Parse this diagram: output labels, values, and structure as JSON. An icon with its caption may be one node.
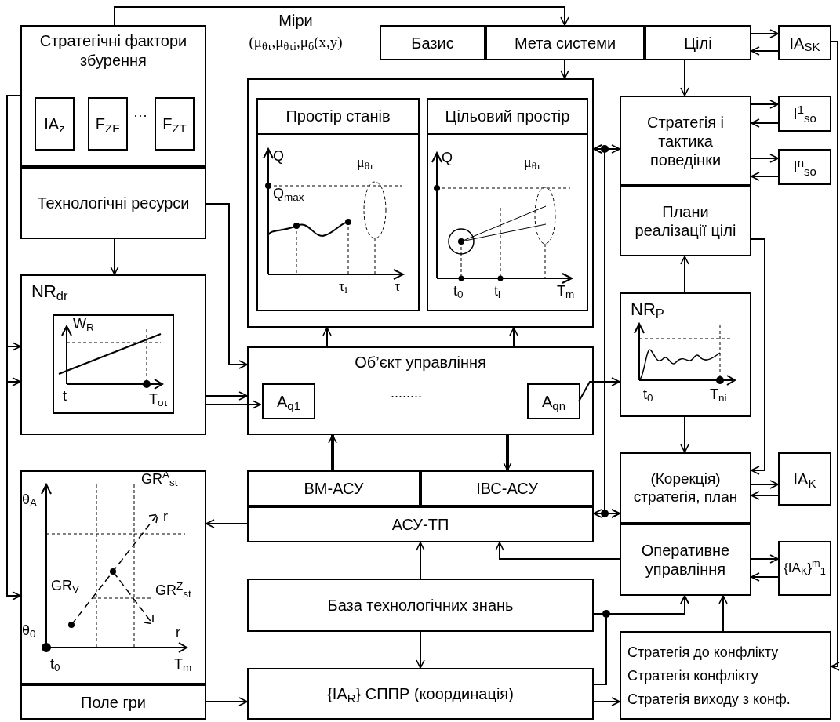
{
  "diagram": {
    "nodes": [
      {
        "text": [
          "Стратегічні фактори збурення"
        ]
      },
      {
        "text": [
          "IA$_{z}$"
        ],
        "in": 0
      },
      {
        "text": [
          "F$_{ZE}$"
        ],
        "in": 0
      },
      {
        "text": [
          "F$_{ZT}$"
        ],
        "in": 0
      },
      {
        "text": [
          "Технологічні ресурси"
        ]
      },
      {
        "text": [
          "Базис"
        ]
      },
      {
        "text": [
          "Мета системи"
        ]
      },
      {
        "text": [
          "Цілі"
        ]
      },
      {
        "text": [
          "IA$_{SK}$"
        ]
      },
      {
        "text": [
          "Міри",
          "(μ$_{θτ}$,μ$_{θτi}$,μ$_{б}$(x,y)"
        ]
      },
      {
        "text": [
          "Простір станів"
        ],
        "in": 9
      },
      {
        "text": [
          "Цільовий простір"
        ],
        "in": 9
      },
      {
        "text": [
          "Стратегія і тактика поведінки"
        ]
      },
      {
        "text": [
          "I$^{1}$$_{so}$"
        ]
      },
      {
        "text": [
          "I$^{n}$$_{so}$"
        ]
      },
      {
        "text": [
          "Плани реалізації цілі"
        ]
      },
      {
        "text": [
          "NR$_{dr}$"
        ]
      },
      {
        "text": [
          "Об’єкт управління"
        ]
      },
      {
        "text": [
          "A$_{q1}$"
        ],
        "in": 17
      },
      {
        "text": [
          "A$_{qn}$"
        ],
        "in": 17
      },
      {
        "text": [
          "NR$_{P}$"
        ]
      },
      {
        "text": [],
        "shape": "box"
      },
      {
        "text": [
          "Поле гри"
        ]
      },
      {
        "text": [
          "ВМ-АСУ"
        ]
      },
      {
        "text": [
          "ІВС-АСУ"
        ]
      },
      {
        "text": [
          "АСУ-ТП"
        ]
      },
      {
        "text": [
          "(Корекція) стратегія, план"
        ]
      },
      {
        "text": [
          "IA$_{K}$"
        ]
      },
      {
        "text": [
          "Оперативне управління"
        ]
      },
      {
        "text": [
          "{IA$_{K}$}$^{m}$$_{1}$"
        ]
      },
      {
        "text": [
          "База технологічних знань"
        ]
      },
      {
        "text": [
          "{IA$_{R}$} СППР (координація)"
        ]
      },
      {
        "text": [
          "Стратегія до конфлікту",
          "Стратегія конфлікту",
          "Стратегія виходу з конф."
        ]
      }
    ],
    "edges": [
      {
        "from": 0,
        "to": 6,
        "arrow": "to"
      },
      {
        "from": 6,
        "to": 9,
        "arrow": "to"
      },
      {
        "from": 7,
        "to": 12,
        "arrow": "to"
      },
      {
        "from": 7,
        "to": 8,
        "arrow": "to"
      },
      {
        "from": 8,
        "to": 7,
        "arrow": "to"
      },
      {
        "from": 12,
        "to": 13,
        "arrow": "to"
      },
      {
        "from": 13,
        "to": 12,
        "arrow": "to"
      },
      {
        "from": 12,
        "to": 14,
        "arrow": "to"
      },
      {
        "from": 14,
        "to": 12,
        "arrow": "to"
      },
      {
        "from": 9,
        "to": 12,
        "arrow": "both"
      },
      {
        "from": 9,
        "to": 26,
        "arrow": "both"
      },
      {
        "from": 25,
        "to": 26,
        "arrow": "both"
      },
      {
        "from": 15,
        "to": 26,
        "arrow": "to"
      },
      {
        "from": 20,
        "to": 15,
        "arrow": "to"
      },
      {
        "from": 20,
        "to": 26,
        "arrow": "to"
      },
      {
        "from": 26,
        "to": 27,
        "arrow": "to"
      },
      {
        "from": 27,
        "to": 26,
        "arrow": "to"
      },
      {
        "from": 28,
        "to": 29,
        "arrow": "to"
      },
      {
        "from": 29,
        "to": 28,
        "arrow": "to"
      },
      {
        "from": 28,
        "to": 25,
        "arrow": "to"
      },
      {
        "from": 4,
        "to": 16,
        "arrow": "to"
      },
      {
        "from": 4,
        "to": 17,
        "arrow": "to"
      },
      {
        "from": 16,
        "to": 17,
        "arrow": "to"
      },
      {
        "from": 16,
        "to": 18,
        "arrow": "to"
      },
      {
        "from": 19,
        "to": 20,
        "arrow": "to"
      },
      {
        "from": 17,
        "to": 9,
        "arrow": "to"
      },
      {
        "from": 17,
        "to": 9,
        "arrow": "to"
      },
      {
        "from": 23,
        "to": 17,
        "arrow": "to",
        "style": "thick"
      },
      {
        "from": 17,
        "to": 24,
        "arrow": "to",
        "style": "thick"
      },
      {
        "from": 0,
        "to": 16,
        "arrow": "to"
      },
      {
        "from": 0,
        "to": 16,
        "arrow": "to"
      },
      {
        "from": 0,
        "to": 21,
        "arrow": "to"
      },
      {
        "from": 25,
        "to": 21,
        "arrow": "to"
      },
      {
        "from": 30,
        "to": 25,
        "arrow": "to"
      },
      {
        "from": 30,
        "to": 31,
        "arrow": "to"
      },
      {
        "from": 30,
        "to": 28,
        "arrow": "to"
      },
      {
        "from": 31,
        "to": 28,
        "arrow": "to"
      },
      {
        "from": 31,
        "to": 32,
        "arrow": "to"
      },
      {
        "from": 32,
        "to": 28,
        "arrow": "to"
      },
      {
        "from": 22,
        "to": 31,
        "arrow": "to"
      },
      {
        "from": 8,
        "to": 32,
        "arrow": "to"
      }
    ],
    "labels": [
      "···",
      "Q",
      "μ$_{θτ}$",
      "Q$_{max}$",
      "τ$_{i}$",
      "τ",
      "Q",
      "μ$_{θτ}$",
      "t$_{0}$",
      "t$_{i}$",
      "T$_{m}$",
      "W$_{R}$",
      "t",
      "T$_{oτ}$",
      "........",
      "t$_{0}$",
      "T$_{ni}$",
      "θ$_{A}$",
      "GR$^{A}$$_{st}$",
      "r",
      "GR$_{V}$",
      "GR$^{Z}$$_{st}$",
      "θ$_{0}$",
      "r",
      "t$_{0}$",
      "T$_{m}$"
    ]
  }
}
